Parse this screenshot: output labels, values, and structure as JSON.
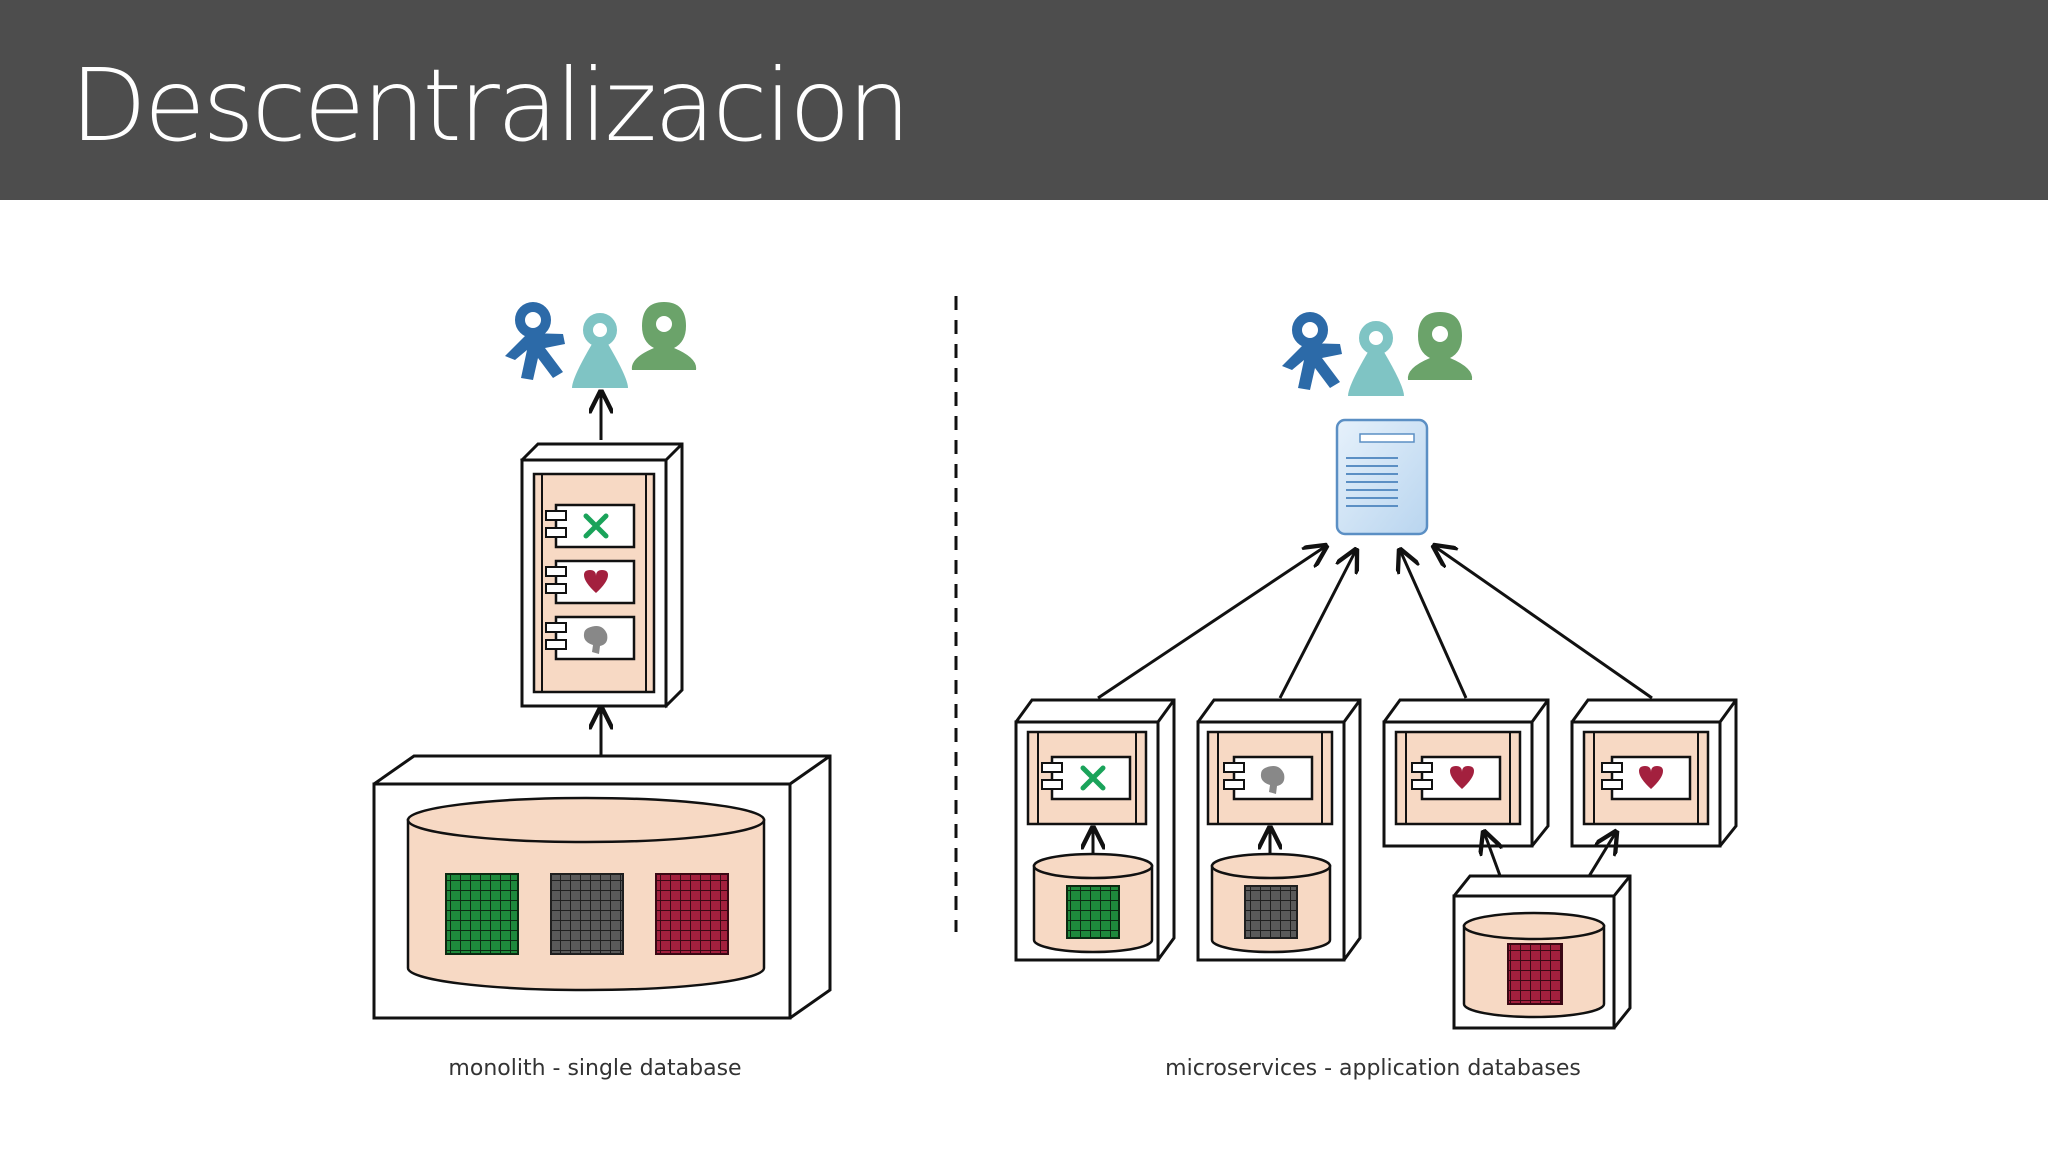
{
  "slide": {
    "title": "Descentralizacion"
  },
  "diagram": {
    "left_caption": "monolith - single database",
    "right_caption": "microservices - application databases",
    "colors": {
      "header_bg": "#4d4d4d",
      "peach": "#f7d9c4",
      "green_grid": "#1e8a3c",
      "gray_grid": "#5a5a5a",
      "red_grid": "#a3203e",
      "user_blue": "#2c6aa8",
      "user_teal": "#7fc4c4",
      "user_green": "#6ba36a",
      "doc_blue": "#cfe3f7"
    },
    "icons": [
      "user-blue-icon",
      "user-teal-icon",
      "user-green-icon",
      "document-icon",
      "component-icon",
      "database-icon",
      "cross-icon",
      "heart-icon",
      "blob-icon"
    ]
  }
}
